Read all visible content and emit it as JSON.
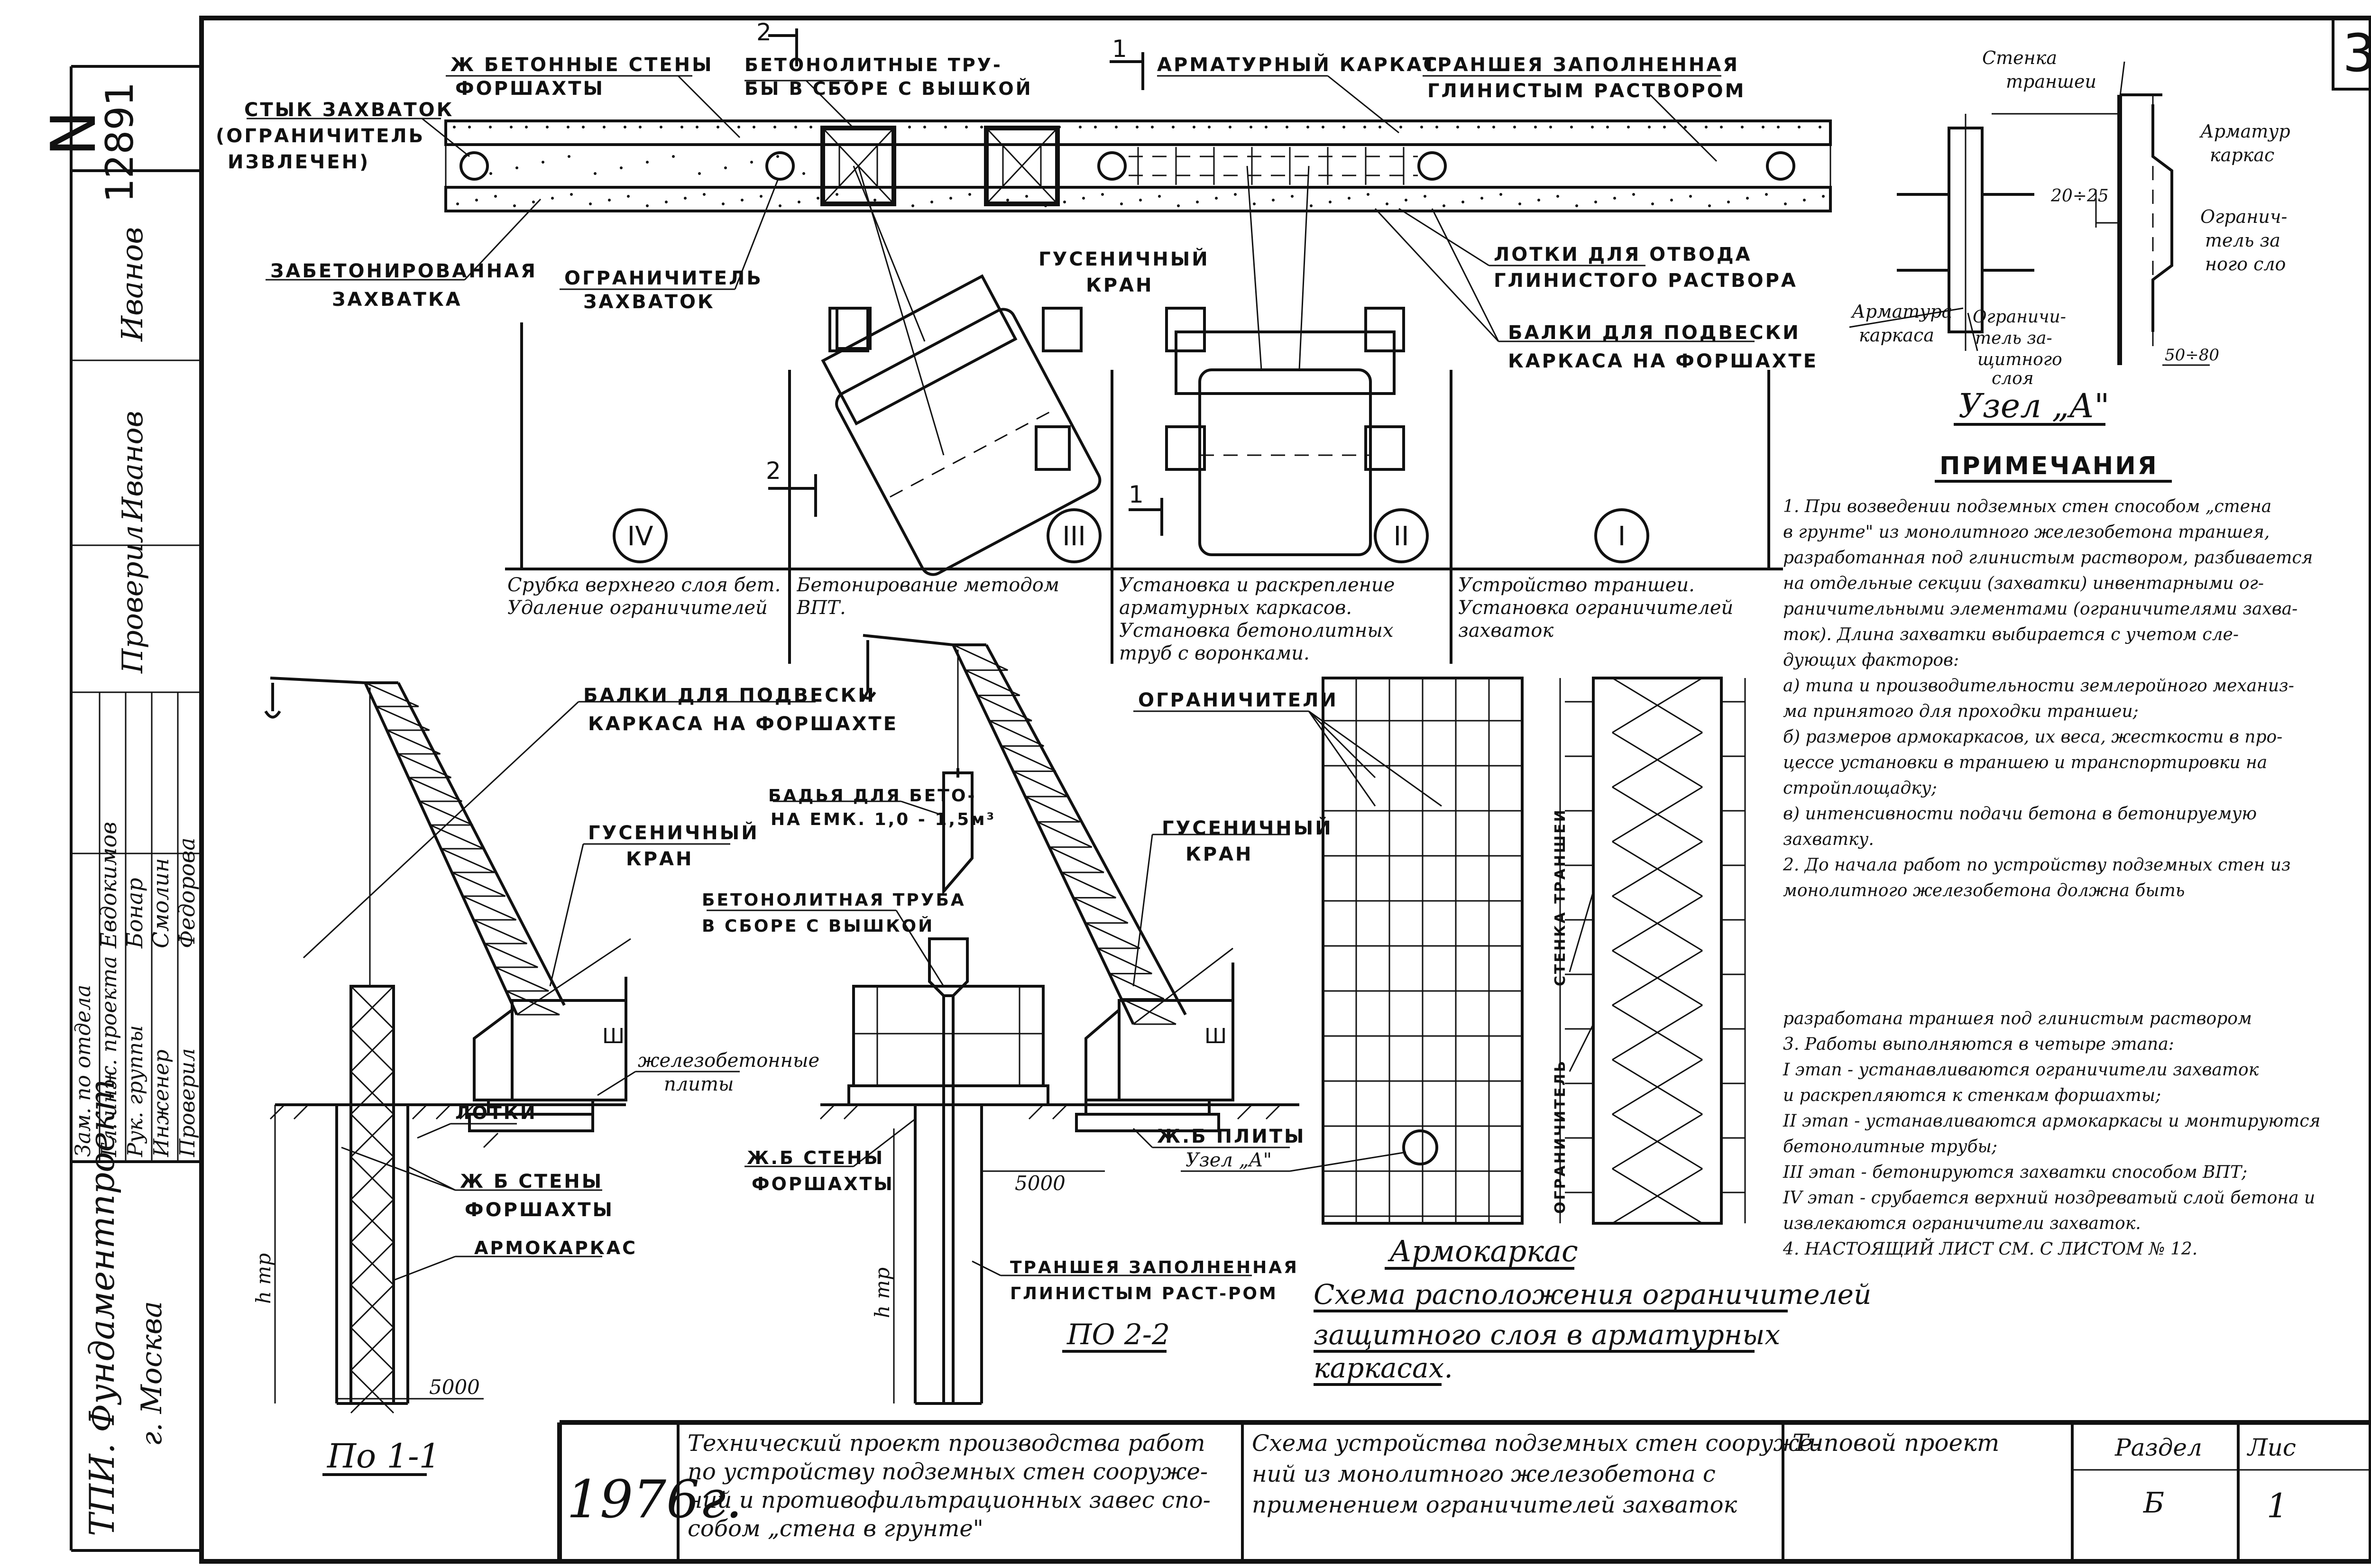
{
  "sheet_number": "12891",
  "corner_number": "3",
  "plan_view": {
    "label_joint_1": "СТЫК ЗАХВАТОК",
    "label_joint_2": "(ОГРАНИЧИТЕЛЬ",
    "label_joint_3": "ИЗВЛЕЧЕН)",
    "label_walls_1": "Ж БЕТОННЫЕ СТЕНЫ",
    "label_walls_2": "ФОРШАХТЫ",
    "label_pipes_1": "БЕТОНОЛИТНЫЕ ТРУ-",
    "label_pipes_2": "БЫ В СБОРЕ С ВЫШКОЙ",
    "label_cage": "АРМАТУРНЫЙ КАРКАС",
    "label_trench_1": "ТРАНШЕЯ ЗАПОЛНЕННАЯ",
    "label_trench_2": "ГЛИНИСТЫМ РАСТВОРОМ",
    "label_concreted_1": "ЗАБЕТОНИРОВАННАЯ",
    "label_concreted_2": "ЗАХВАТКА",
    "label_limiter_1": "ОГРАНИЧИТЕЛЬ",
    "label_limiter_2": "ЗАХВАТОК",
    "label_crane_1": "ГУСЕНИЧНЫЙ",
    "label_crane_2": "КРАН",
    "label_trays_1": "ЛОТКИ ДЛЯ ОТВОДА",
    "label_trays_2": "ГЛИНИСТОГО РАСТВОРА",
    "label_beams_1": "БАЛКИ ДЛЯ ПОДВЕСКИ",
    "label_beams_2": "КАРКАСА НА ФОРШАХТЕ",
    "section_marks": [
      "1",
      "1",
      "2",
      "2"
    ],
    "stages": [
      {
        "roman": "IV",
        "text": "Срубка верхнего слоя бет. Удаление ограничителей"
      },
      {
        "roman": "III",
        "text": "Бетонирование методом ВПТ."
      },
      {
        "roman": "II",
        "text": "Установка и раскрепление арматурных каркасов. Установка бетонолитных труб с воронками."
      },
      {
        "roman": "I",
        "text": "Устройство траншеи. Установка ограничителей захваток"
      }
    ]
  },
  "node_a": {
    "label_wall_1": "Стенка",
    "label_wall_2": "траншеи",
    "label_cage_1": "Арматура",
    "label_cage_2": "каркаса",
    "label_rcage_1": "Арматур",
    "label_rcage_2": "каркас",
    "label_limiter_1": "Ограничи-",
    "label_limiter_2": "тель за-",
    "label_limiter_3": "щитного",
    "label_limiter_4": "слоя",
    "label_rlimiter_1": "Огранич-",
    "label_rlimiter_2": "тель за",
    "label_rlimiter_3": "ного сло",
    "dim_1": "20÷25",
    "dim_2": "50÷80",
    "title": "Узел „А\""
  },
  "notes": {
    "heading": "ПРИМЕЧАНИЯ",
    "lines": [
      "1. При возведении подземных стен способом „стена",
      "в грунте\" из монолитного железобетона траншея,",
      "разработанная под глинистым раствором, разбивается",
      "на отдельные секции (захватки) инвентарными ог-",
      "раничительными элементами (ограничителями захва-",
      "ток). Длина захватки выбирается с учетом сле-",
      "дующих факторов:",
      "а) типа и производительности землеройного механиз-",
      "ма принятого для проходки траншеи;",
      "б) размеров армокаркасов, их веса, жесткости в про-",
      "цессе установки в траншею и транспортировки на",
      "стройплощадку;",
      "в) интенсивности подачи бетона в бетонируемую",
      "захватку.",
      "2. До начала работ по устройству подземных стен из",
      "монолитного железобетона должна быть",
      "",
      "",
      "",
      "",
      "разработана траншея под глинистым раствором",
      "3. Работы выполняются в четыре этапа:",
      "I этап - устанавливаются ограничители захваток",
      "и раскрепляются к стенкам форшахты;",
      "II этап - устанавливаются армокаркасы и монтируются",
      "бетонолитные трубы;",
      "III этап - бетонируются захватки способом ВПТ;",
      "IV этап - срубается верхний ноздреватый слой бетона и",
      "извлекаются ограничители захваток.",
      "4. НАСТОЯЩИЙ ЛИСТ СМ. С ЛИСТОМ № 12."
    ]
  },
  "section_1": {
    "label_beams_1": "БАЛКИ ДЛЯ ПОДВЕСКИ",
    "label_beams_2": "КАРКАСА НА ФОРШАХТЕ",
    "label_crane_1": "ГУСЕНИЧНЫЙ",
    "label_crane_2": "КРАН",
    "label_slabs_1": "железобетонные",
    "label_slabs_2": "плиты",
    "label_tray": "ЛОТКИ",
    "label_walls_1": "Ж Б СТЕНЫ",
    "label_walls_2": "ФОРШАХТЫ",
    "label_cage": "АРМОКАРКАС",
    "dim_h": "h тр",
    "dim_w": "5000",
    "title": "По 1-1"
  },
  "section_2": {
    "label_bucket_1": "БАДЬЯ ДЛЯ БЕТО-",
    "label_bucket_2": "НА ЕМК. 1,0 - 1,5м³",
    "label_pipe_1": "БЕТОНОЛИТНАЯ ТРУБА",
    "label_pipe_2": "В СБОРЕ С ВЫШКОЙ",
    "label_crane_1": "ГУСЕНИЧНЫЙ",
    "label_crane_2": "КРАН",
    "label_walls_1": "Ж.Б СТЕНЫ",
    "label_walls_2": "ФОРШАХТЫ",
    "label_slabs": "Ж.Б ПЛИТЫ",
    "label_trench_1": "ТРАНШЕЯ ЗАПОЛНЕННАЯ",
    "label_trench_2": "ГЛИНИСТЫМ РАСТ-РОМ",
    "dim_w": "5000",
    "dim_h": "h тр",
    "title": "ПО 2-2"
  },
  "armature": {
    "label_limiters": "ОГРАНИЧИТЕЛИ",
    "label_node": "Узел „А\"",
    "label_wall": "СТЕНКА ТРАНШЕИ",
    "label_limiter_side": "ОГРАНИЧИТЕЛЬ",
    "title_1": "Армокаркас",
    "title_2": "Схема расположения ограничителей",
    "title_3": "защитного слоя в арматурных",
    "title_4": "каркасах."
  },
  "left_strip": {
    "org_1": "ТПИ. Фундаментпроект",
    "org_2": "г. Москва",
    "roles": [
      "Зам. по отдела",
      "Гл. инж. проекта",
      "Рук. группы",
      "Инженер",
      "Проверил",
      "Иванов"
    ],
    "names": [
      "Евдокимов",
      "Бонар",
      "Смолин",
      "Федорова"
    ],
    "signatures": [
      "Иванов",
      "Проверил"
    ]
  },
  "title_block": {
    "year": "1976г.",
    "description_1": "Технический проект производства работ",
    "description_2": "по устройству подземных стен сооруже-",
    "description_3": "ний и противофильтрационных завес спо-",
    "description_4": "собом „стена в грунте\"",
    "scheme_1": "Схема устройства подземных стен сооруже-",
    "scheme_2": "ний из монолитного железобетона с",
    "scheme_3": "применением ограничителей захваток",
    "project_type": "Типовой проект",
    "section_label": "Раздел",
    "section_value": "Б",
    "sheet_label": "Лис",
    "sheet_value": "1"
  }
}
